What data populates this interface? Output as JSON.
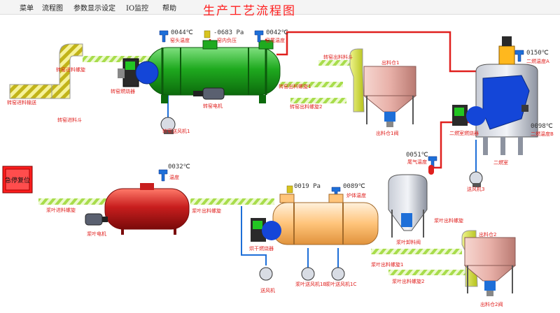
{
  "menu": [
    "菜单",
    "流程图",
    "参数显示设定",
    "IO监控",
    "帮助"
  ],
  "title": "生产工艺流程图",
  "reset_button": "急停复位",
  "readings": {
    "kiln_head_temp": "0044℃",
    "kiln_pressure": "-0683 Pa",
    "kiln_tail_temp": "0042℃",
    "tank2_temp": "0150℃",
    "tank2_bottom_temp": "0098℃",
    "smoke_temp": "0051℃",
    "pre_temp": "0032℃",
    "dryer_pressure": "0019 Pa",
    "dryer_temp": "0089℃"
  },
  "labels": {
    "kiln_head": "窑头温度",
    "kiln_neg_pressure": "窑内负压",
    "kiln_tail": "窑尾温度",
    "kiln_outfeed_top": "转窑出料料斗",
    "kiln_infeed_screw": "转窑进料螺旋",
    "kiln_burner": "转窑燃烧器",
    "kiln_outfeed_screw1": "转窑出料螺旋1",
    "kiln_motor": "转窑电机",
    "kiln_outfeed_screw2": "转窑出料螺旋2",
    "kiln_blower": "转窑送风机1",
    "kiln_feed_hopper": "转窑进料斗",
    "conveyor": "转窑进料输送",
    "silo1": "出料仓1",
    "silo1b": "出料仓1阀",
    "tank2_top": "二燃温度A",
    "tank2_mid": "二燃室",
    "tank2_bottom": "二燃温度B",
    "tank2_burner": "二燃室燃烧器",
    "tank2_blower": "送风机3",
    "smoke_label": "尾气温度",
    "pre_temp_label": "温度",
    "leaf_infeed": "浆叶进料螺旋",
    "leaf_motor": "浆叶电机",
    "leaf_outfeed_screw": "浆叶出料螺旋",
    "dryer_burner": "烘干燃烧器",
    "dryer_outfeed": "浆叶出料螺旋",
    "dryer_temp_label": "炉体温度",
    "dryer_hopper_valve": "浆叶卸料阀",
    "blower_a": "送风机",
    "blower_b": "浆叶送风机1B",
    "blower_c": "浆叶送风机1C",
    "dryer_outfeed2": "浆叶出料螺旋1",
    "dryer_outfeed3": "浆叶出料螺旋2",
    "silo2": "出料仓2",
    "silo2b": "出料仓2阀"
  },
  "colors": {
    "title": "#ff2020",
    "pipe_red": "#e0201e",
    "pipe_blue": "#1e6fd8",
    "kiln": "#1faa1f",
    "pre_tank": "#c81e1e",
    "dryer": "#ffc47a",
    "screw": "#b6ea5a",
    "hopper": "#d8e84c",
    "silo": "#e8b0a8",
    "tank2_fill": "#1446d8"
  }
}
